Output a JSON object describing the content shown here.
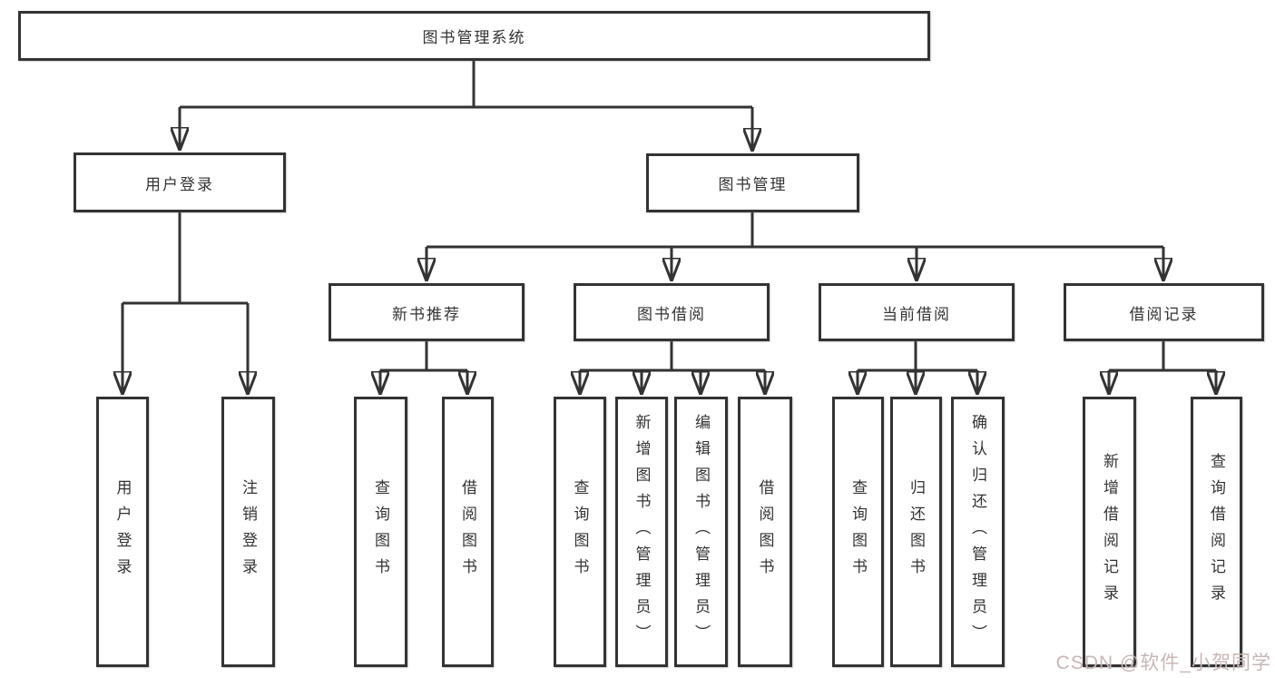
{
  "tree": {
    "root": {
      "label": "图书管理系统"
    },
    "branches": [
      {
        "label": "用户登录",
        "children": [
          {
            "label": "用户登录"
          },
          {
            "label": "注销登录"
          }
        ]
      },
      {
        "label": "图书管理",
        "children": [
          {
            "label": "新书推荐",
            "children": [
              {
                "label": "查询图书"
              },
              {
                "label": "借阅图书"
              }
            ]
          },
          {
            "label": "图书借阅",
            "children": [
              {
                "label": "查询图书"
              },
              {
                "label": "新增图书（管理员）"
              },
              {
                "label": "编辑图书（管理员）"
              },
              {
                "label": "借阅图书"
              }
            ]
          },
          {
            "label": "当前借阅",
            "children": [
              {
                "label": "查询图书"
              },
              {
                "label": "归还图书"
              },
              {
                "label": "确认归还（管理员）"
              }
            ]
          },
          {
            "label": "借阅记录",
            "children": [
              {
                "label": "新增借阅记录"
              },
              {
                "label": "查询借阅记录"
              }
            ]
          }
        ]
      }
    ]
  },
  "watermark": {
    "text": "CSDN @软件_小贺同学"
  },
  "colors": {
    "line": "#333333",
    "border": "#333333",
    "text": "#333333",
    "background": "#ffffff",
    "watermark": "#c8b6b6"
  }
}
